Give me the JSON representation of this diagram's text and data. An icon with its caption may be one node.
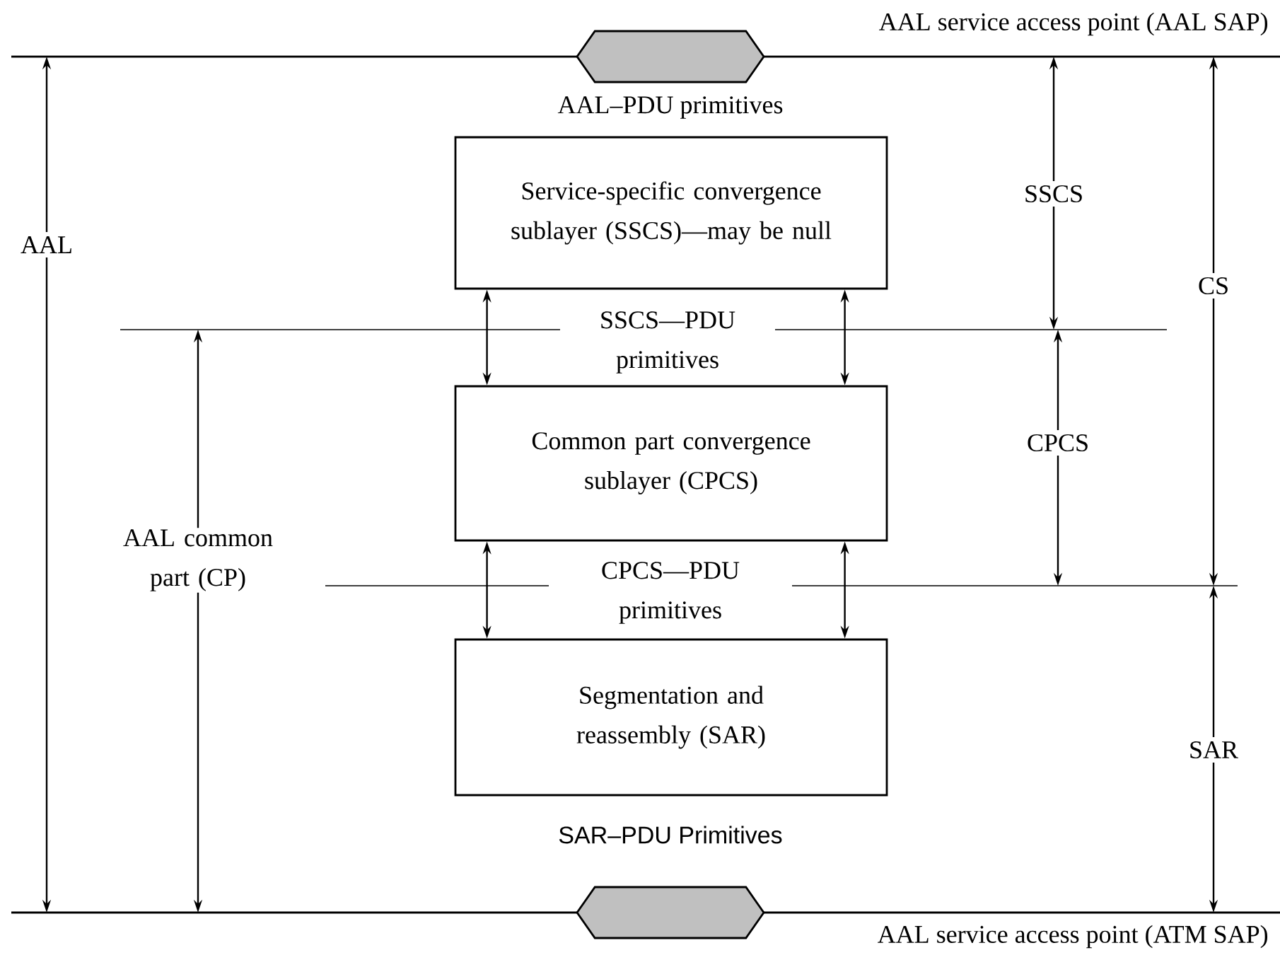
{
  "diagram": {
    "nodes": [
      {
        "text": [
          "Service-specific convergence sublayer (SSCS)—may be null"
        ]
      },
      {
        "text": [
          "Common part convergence sublayer (CPCS)"
        ]
      },
      {
        "text": [
          "Segmentation and reassembly (SAR)"
        ]
      },
      {
        "text": [],
        "shape": "hexagon"
      },
      {
        "text": [],
        "shape": "hexagon"
      }
    ],
    "edges": [
      {
        "from": 0,
        "to": 1,
        "arrow": "both"
      },
      {
        "from": 0,
        "to": 1,
        "arrow": "both"
      },
      {
        "from": 1,
        "to": 2,
        "arrow": "both"
      },
      {
        "from": 1,
        "to": 2,
        "arrow": "both"
      }
    ],
    "labels": [
      "AAL service access point (AAL SAP)",
      "AAL–PDU primitives",
      "SSCS",
      "AAL",
      "CS",
      "SSCS—PDU primitives",
      "CPCS",
      "AAL common part (CP)",
      "CPCS—PDU primitives",
      "SAR",
      "SAR–PDU Primitives",
      "AAL service access point (ATM SAP)"
    ]
  }
}
